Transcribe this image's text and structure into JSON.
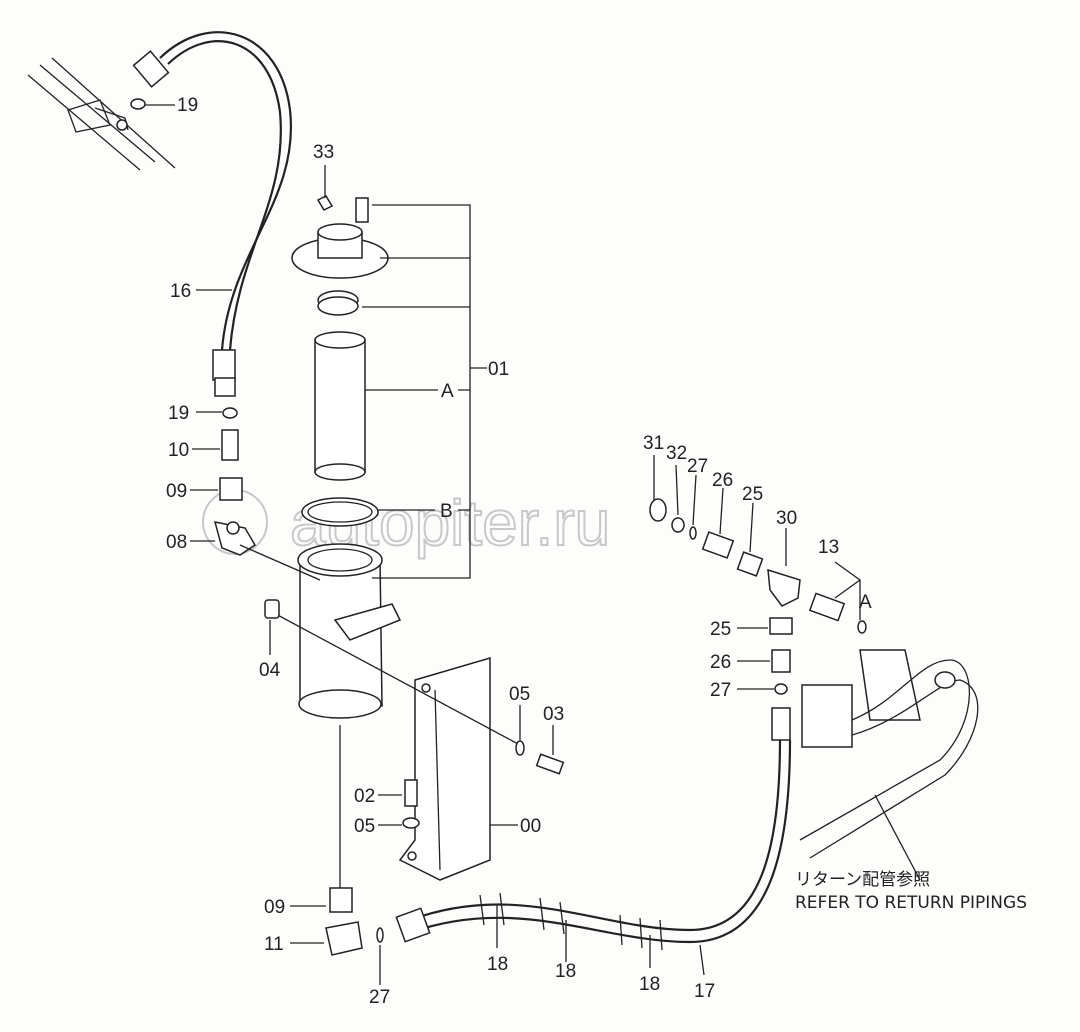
{
  "watermark": "autopiter.ru",
  "labels": {
    "p00": "00",
    "p01": "01",
    "p02": "02",
    "p03": "03",
    "p04": "04",
    "p05a": "05",
    "p05b": "05",
    "p08": "08",
    "p09a": "09",
    "p09b": "09",
    "p10": "10",
    "p11": "11",
    "p13": "13",
    "p16": "16",
    "p17": "17",
    "p18a": "18",
    "p18b": "18",
    "p18c": "18",
    "p19a": "19",
    "p19b": "19",
    "p25a": "25",
    "p25b": "25",
    "p26a": "26",
    "p26b": "26",
    "p27a": "27",
    "p27b": "27",
    "p27c": "27",
    "p30": "30",
    "p31": "31",
    "p32": "32",
    "p33": "33",
    "gA1": "A",
    "gB": "B",
    "gA2": "A"
  },
  "note": {
    "ja": "リターン配管参照",
    "en": "REFER TO RETURN PIPINGS"
  },
  "colors": {
    "line": "#222222",
    "paper": "#fdfdfb",
    "watermark": "#c8c8c8"
  }
}
